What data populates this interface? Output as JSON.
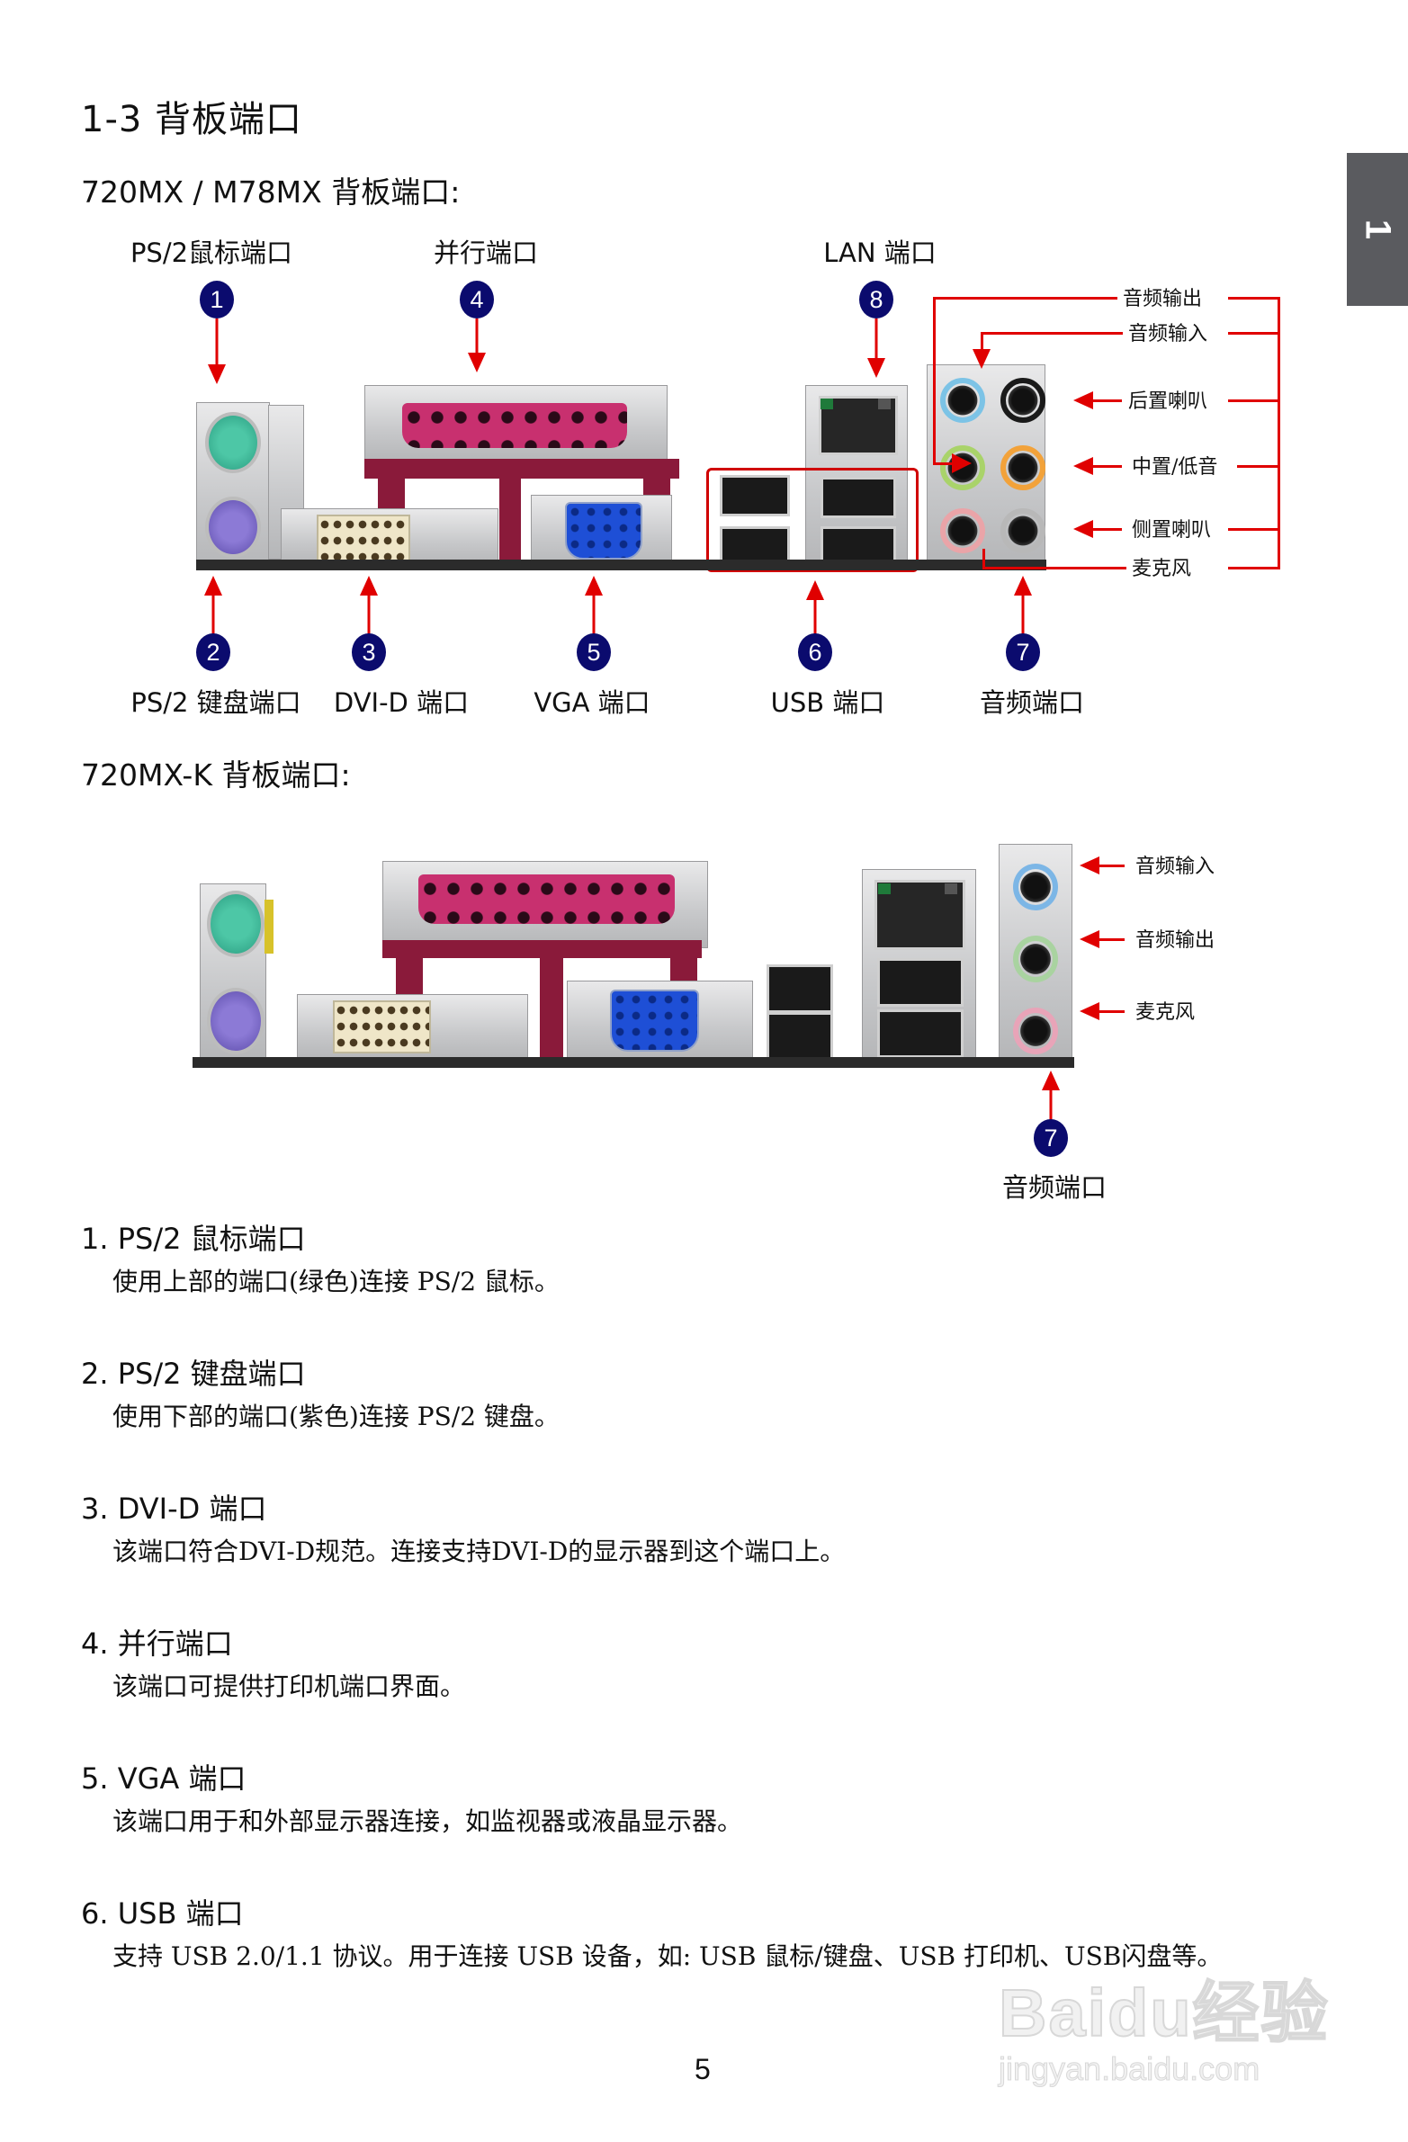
{
  "section_title": "1-3 背板端口",
  "side_tab": {
    "chapter": "1",
    "color": "#5a5b5f"
  },
  "diagram1": {
    "title": "720MX / M78MX 背板端口:",
    "top_labels": [
      {
        "badge": "1",
        "label": "PS/2鼠标端口"
      },
      {
        "badge": "4",
        "label": "并行端口"
      },
      {
        "badge": "8",
        "label": "LAN  端口"
      }
    ],
    "bottom_labels": [
      {
        "badge": "2",
        "label": "PS/2  键盘端口"
      },
      {
        "badge": "3",
        "label": "DVI-D  端口"
      },
      {
        "badge": "5",
        "label": "VGA  端口"
      },
      {
        "badge": "6",
        "label": "USB  端口"
      },
      {
        "badge": "7",
        "label": "音频端口"
      }
    ],
    "audio_labels": [
      "音频输出",
      "音频输入",
      "后置喇叭",
      "中置/低音",
      "侧置喇叭",
      "麦克风"
    ]
  },
  "diagram2": {
    "title": "720MX-K 背板端口:",
    "audio_labels": [
      "音频输入",
      "音频输出",
      "麦克风"
    ],
    "bottom_badge": {
      "badge": "7",
      "label": "音频端口"
    }
  },
  "items": [
    {
      "title": "1. PS/2 鼠标端口",
      "desc": "使用上部的端口(绿色)连接 PS/2 鼠标。"
    },
    {
      "title": "2. PS/2 键盘端口",
      "desc": "使用下部的端口(紫色)连接 PS/2 键盘。"
    },
    {
      "title": "3. DVI-D 端口",
      "desc": "该端口符合DVI-D规范。连接支持DVI-D的显示器到这个端口上。"
    },
    {
      "title": "4. 并行端口",
      "desc": "该端口可提供打印机端口界面。"
    },
    {
      "title": "5. VGA 端口",
      "desc": "该端口用于和外部显示器连接，如监视器或液晶显示器。"
    },
    {
      "title": "6. USB 端口",
      "desc": "支持 USB 2.0/1.1 协议。用于连接 USB 设备，如: USB 鼠标/键盘、USB 打印机、USB闪盘等。"
    }
  ],
  "page_number": "5",
  "watermark": {
    "logo": "Baidu经验",
    "url": "jingyan.baidu.com"
  },
  "colors": {
    "badge": "#0b0b6e",
    "arrow": "#e00000",
    "text": "#111111"
  }
}
